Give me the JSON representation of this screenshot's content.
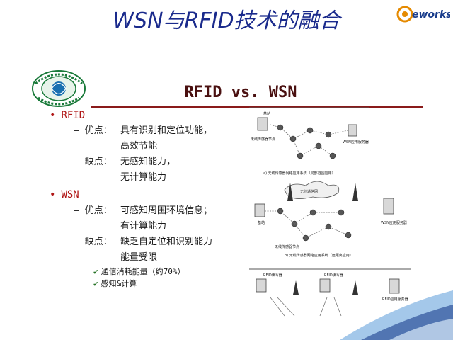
{
  "header": {
    "title": "WSN与RFID技术的融合",
    "logo_text": "eworks"
  },
  "slide": {
    "title": "RFID vs. WSN",
    "sections": [
      {
        "heading": "RFID",
        "items": [
          {
            "label": "– 优点：",
            "lines": [
              "具有识别和定位功能，",
              "高效节能"
            ]
          },
          {
            "label": "– 缺点：",
            "lines": [
              "无感知能力，",
              "无计算能力"
            ]
          }
        ]
      },
      {
        "heading": "WSN",
        "items": [
          {
            "label": "– 优点：",
            "lines": [
              "可感知周围环境信息；",
              "有计算能力"
            ]
          },
          {
            "label": "– 缺点：",
            "lines": [
              "缺乏自定位和识别能力",
              "能量受限"
            ]
          }
        ],
        "checks": [
          "通信消耗能量（约70%）",
          "感知&计算"
        ]
      }
    ]
  },
  "diagram": {
    "panel_a": {
      "base_station": "基站",
      "node": "无线传感器节点",
      "server": "WSN应用服务器",
      "caption": "a) 无线传感器网络应用系统（局部范围应用）"
    },
    "panel_b": {
      "network": "无线通信网",
      "base_station": "基站",
      "node": "无线传感器节点",
      "server": "WSN应用服务器",
      "caption": "b) 无线传感器网络应用系统（远距离应用）"
    },
    "panel_c": {
      "reader1": "RFID读写器",
      "reader2": "RFID读写器",
      "server": "RFID应用服务器"
    }
  },
  "colors": {
    "title": "#1a2a8c",
    "bullet": "#b01717",
    "inner_title": "#4a1010",
    "check": "#1a6a1a"
  }
}
